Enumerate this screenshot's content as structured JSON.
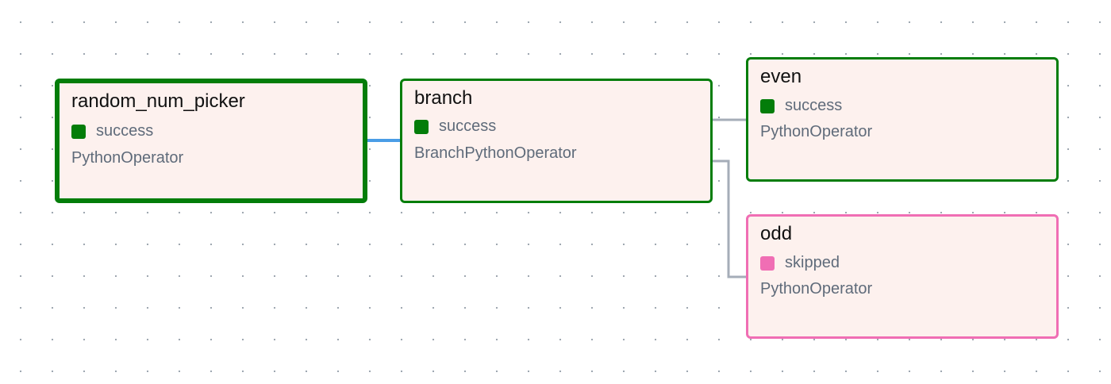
{
  "graph": {
    "state_colors": {
      "success": "#037d0a",
      "skipped": "#f06eb4"
    },
    "edge_colors": {
      "highlighted": "#4a9de6",
      "default": "#a5adb8"
    },
    "nodes": [
      {
        "id": "random_num_picker",
        "title": "random_num_picker",
        "state": "success",
        "operator": "PythonOperator",
        "border_color": "#037d0a",
        "selected": true
      },
      {
        "id": "branch",
        "title": "branch",
        "state": "success",
        "operator": "BranchPythonOperator",
        "border_color": "#037d0a",
        "selected": false
      },
      {
        "id": "even",
        "title": "even",
        "state": "success",
        "operator": "PythonOperator",
        "border_color": "#037d0a",
        "selected": false
      },
      {
        "id": "odd",
        "title": "odd",
        "state": "skipped",
        "operator": "PythonOperator",
        "border_color": "#f06eb4",
        "selected": false
      }
    ],
    "edges": [
      {
        "from": "random_num_picker",
        "to": "branch",
        "highlighted": true
      },
      {
        "from": "branch",
        "to": "even",
        "highlighted": false
      },
      {
        "from": "branch",
        "to": "odd",
        "highlighted": false
      }
    ]
  }
}
